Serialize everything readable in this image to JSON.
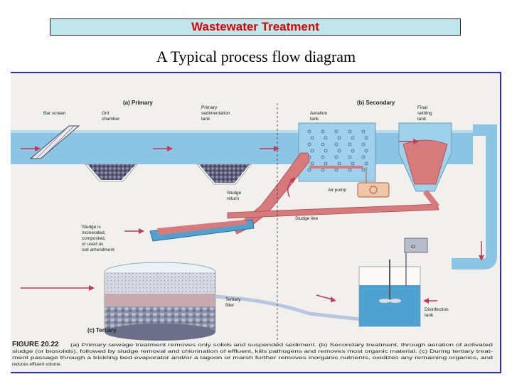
{
  "slide": {
    "title": "Wastewater Treatment",
    "subtitle": "A Typical process flow diagram"
  },
  "figure": {
    "sections": {
      "primary": "(a) Primary",
      "secondary": "(b) Secondary",
      "tertiary": "(c) Tertiary"
    },
    "labels": {
      "bar_screen": "Bar screen",
      "grit_1": "Grit",
      "grit_2": "chamber",
      "prim_1": "Primary",
      "prim_2": "sedimentation",
      "prim_3": "tank",
      "aer_1": "Aeration",
      "aer_2": "tank",
      "final_1": "Final",
      "final_2": "settling",
      "final_3": "tank",
      "air_pump": "Air pump",
      "sr_1": "Sludge",
      "sr_2": "return",
      "sludge_line": "Sludge line",
      "sl_1": "Sludge is",
      "sl_2": "incinerated,",
      "sl_3": "composted,",
      "sl_4": "or used as",
      "sl_5": "soil amendment",
      "tf_1": "Tertiary",
      "tf_2": "filter",
      "cl": "Cl",
      "dis_1": "Disinfection",
      "dis_2": "tank"
    },
    "caption": {
      "label": "FIGURE 20.22",
      "line1": "(a) Primary sewage treatment removes only solids and suspended sediment. (b) Secondary treatment, through aeration of activated",
      "line2": "sludge (or biosolids), followed by sludge removal and chlorination of effluent, kills pathogens and removes most organic material. (c) During tertiary treat-",
      "line3": "ment passage through a trickling bed evaporator and/or a lagoon or marsh further removes inorganic nutrients, oxidizes any remaining organics, and",
      "line4": "reduces effluent volume."
    }
  }
}
